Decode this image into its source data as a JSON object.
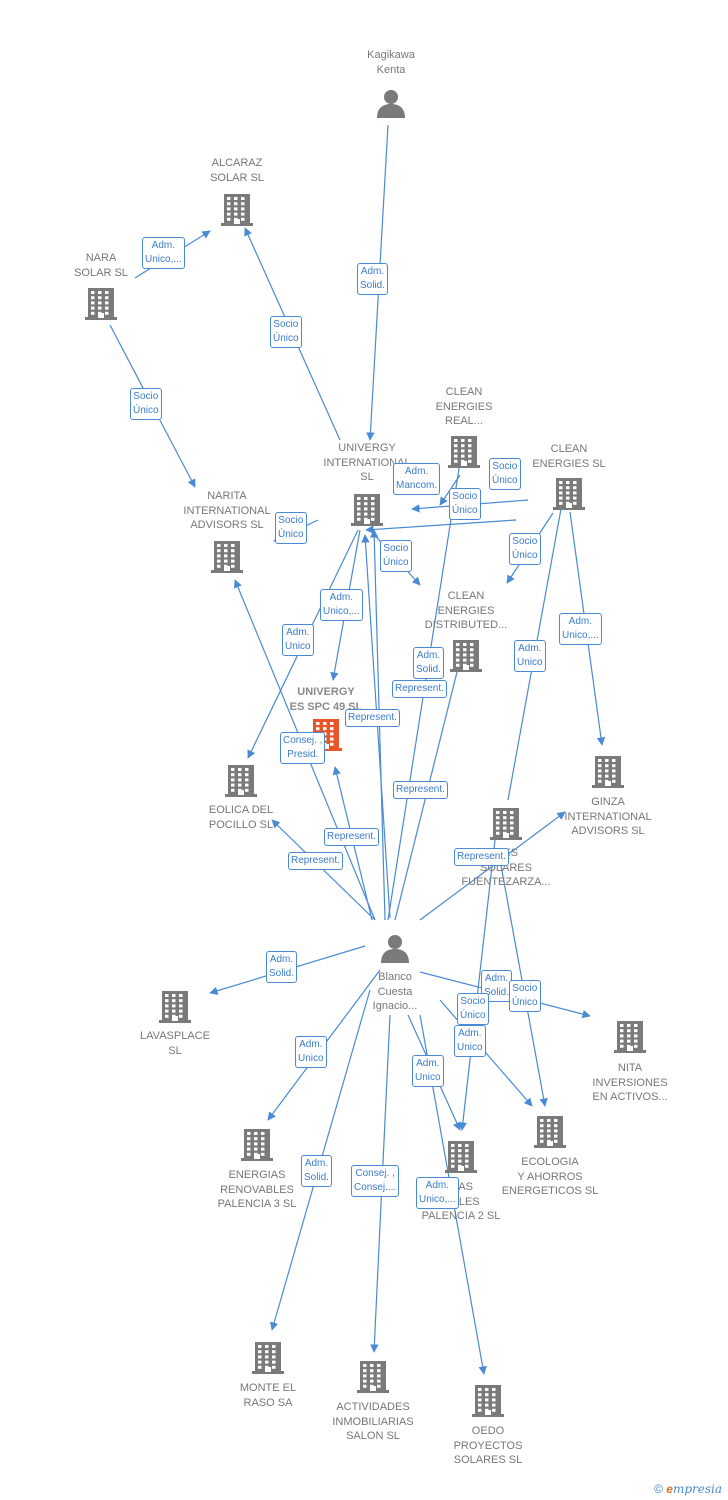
{
  "colors": {
    "edge": "#4a8ad4",
    "node": "#7a7a7a",
    "focus": "#e8552a",
    "label": "#777777"
  },
  "nodes": [
    {
      "id": "kagikawa",
      "type": "person",
      "label": "Kagikawa\nKenta"
    },
    {
      "id": "alcaraz",
      "type": "company",
      "label": "ALCARAZ\nSOLAR SL"
    },
    {
      "id": "nara",
      "type": "company",
      "label": "NARA\nSOLAR  SL"
    },
    {
      "id": "univergy_int",
      "type": "company",
      "label": "UNIVERGY\nINTERNATIONAL\nSL"
    },
    {
      "id": "clean_real",
      "type": "company",
      "label": "CLEAN\nENERGIES\nREAL..."
    },
    {
      "id": "clean_sl",
      "type": "company",
      "label": "CLEAN\nENERGIES SL"
    },
    {
      "id": "narita",
      "type": "company",
      "label": "NARITA\nINTERNATIONAL\nADVISORS  SL"
    },
    {
      "id": "clean_dist",
      "type": "company",
      "label": "CLEAN\nENERGIES\nDISTRIBUTED..."
    },
    {
      "id": "univergy_es",
      "type": "company",
      "focus": true,
      "label": "UNIVERGY\nES SPC 49  SL"
    },
    {
      "id": "eolica",
      "type": "company",
      "label": "EOLICA DEL\nPOCILLO SL"
    },
    {
      "id": "ginza",
      "type": "company",
      "label": "GINZA\nINTERNATIONAL\nADVISORS  SL"
    },
    {
      "id": "fuentezarza",
      "type": "company",
      "label": "...ES\nSOLARES\nFUENTEZARZA..."
    },
    {
      "id": "blanco",
      "type": "person",
      "label": "Blanco\nCuesta\nIgnacio..."
    },
    {
      "id": "lavasplace",
      "type": "company",
      "label": "LAVASPLACE\nSL"
    },
    {
      "id": "nita",
      "type": "company",
      "label": "NITA\nINVERSIONES\nEN ACTIVOS..."
    },
    {
      "id": "energias3",
      "type": "company",
      "label": "ENERGIAS\nRENOVABLES\nPALENCIA 3 SL"
    },
    {
      "id": "energias2",
      "type": "company",
      "label": "...AS\n...BLES\nPALENCIA 2 SL"
    },
    {
      "id": "ecologia",
      "type": "company",
      "label": "ECOLOGIA\nY AHORROS\nENERGETICOS SL"
    },
    {
      "id": "monte",
      "type": "company",
      "label": "MONTE EL\nRASO SA"
    },
    {
      "id": "actividades",
      "type": "company",
      "label": "ACTIVIDADES\nINMOBILIARIAS\nSALON SL"
    },
    {
      "id": "oedo",
      "type": "company",
      "label": "OEDO\nPROYECTOS\nSOLARES  SL"
    }
  ],
  "relations": [
    {
      "label": "Adm.\nUnico,..."
    },
    {
      "label": "Socio\nÚnico"
    },
    {
      "label": "Adm.\nSolid."
    },
    {
      "label": "Socio\nÚnico"
    },
    {
      "label": "Adm.\nMancom."
    },
    {
      "label": "Socio\nÚnico"
    },
    {
      "label": "Socio\nÚnico"
    },
    {
      "label": "Socio\nÚnico"
    },
    {
      "label": "Socio\nÚnico"
    },
    {
      "label": "Socio\nÚnico"
    },
    {
      "label": "Adm.\nUnico,..."
    },
    {
      "label": "Adm.\nUnico"
    },
    {
      "label": "Adm.\nSolid."
    },
    {
      "label": "Represent."
    },
    {
      "label": "Adm.\nUnico"
    },
    {
      "label": "Adm.\nUnico,..."
    },
    {
      "label": "Represent."
    },
    {
      "label": "Consej. ,\nPresid."
    },
    {
      "label": "Represent."
    },
    {
      "label": "Represent."
    },
    {
      "label": "Represent."
    },
    {
      "label": "Represent."
    },
    {
      "label": "Adm.\nSolid."
    },
    {
      "label": "Adm.\nSolid."
    },
    {
      "label": "Socio\nÚnico"
    },
    {
      "label": "Socio\nÚnico"
    },
    {
      "label": "Adm.\nUnico"
    },
    {
      "label": "Adm.\nUnico"
    },
    {
      "label": "Adm.\nUnico"
    },
    {
      "label": "Adm.\nSolid."
    },
    {
      "label": "Consej. ,\nConsej...."
    },
    {
      "label": "Adm.\nUnico,..."
    }
  ],
  "footer": {
    "copyright": "©",
    "brand_initial": "e",
    "brand_rest": "mpresia"
  }
}
